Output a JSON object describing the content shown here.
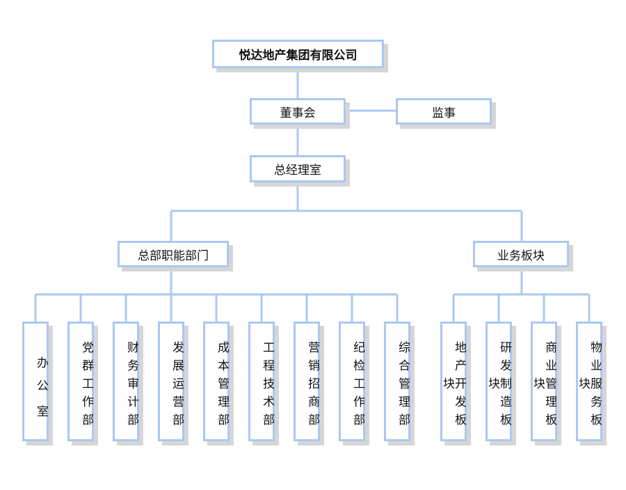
{
  "org": {
    "company": "悦达地产集团有限公司",
    "board": "董事会",
    "supervisor": "监事",
    "gm_office": "总经理室",
    "hq_functions": "总部职能部门",
    "business_units": "业务板块",
    "departments": [
      "办公室",
      "党群工作部",
      "财务审计部",
      "发展运营部",
      "成本管理部",
      "工程技术部",
      "营销招商部",
      "纪检工作部",
      "综合管理部"
    ],
    "units": [
      "地产开发板块",
      "研发制造板块",
      "商业管理板块",
      "物业服务板块"
    ]
  },
  "colors": {
    "border": "#a9c8f2",
    "line": "#a9c8f2",
    "shadow": "#d6d6d6",
    "text": "#111111"
  }
}
